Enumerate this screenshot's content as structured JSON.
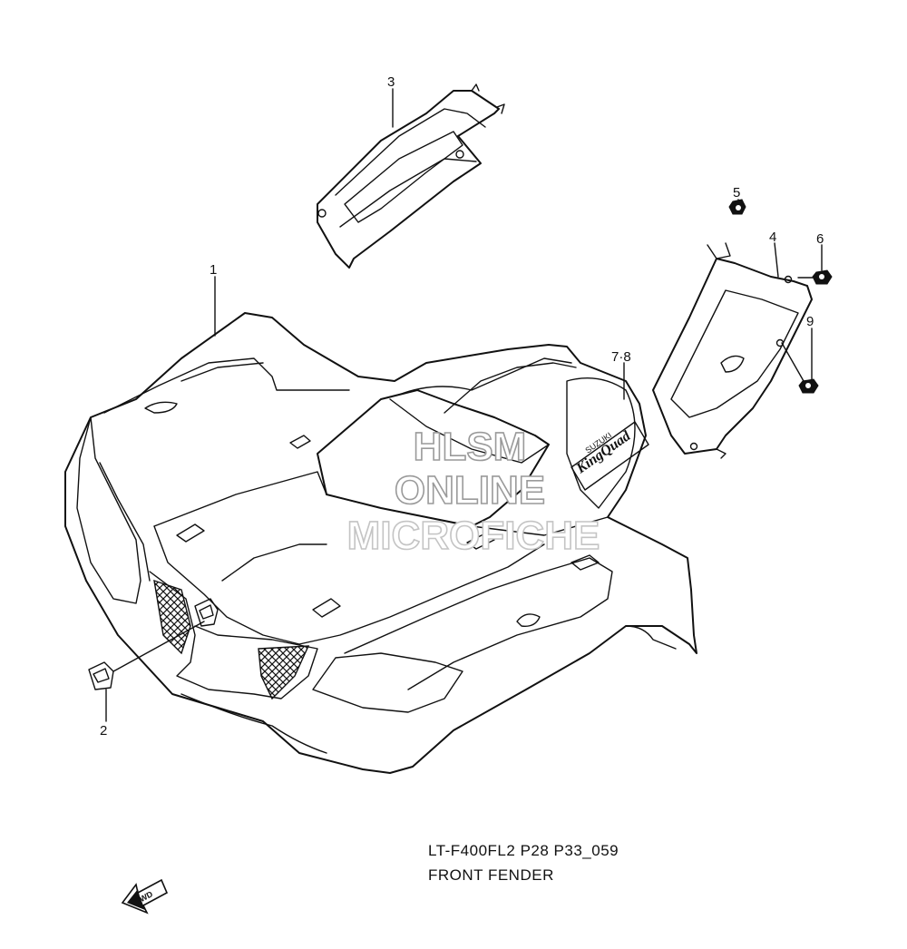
{
  "callouts": [
    {
      "id": "1",
      "label": "1"
    },
    {
      "id": "2",
      "label": "2"
    },
    {
      "id": "3",
      "label": "3"
    },
    {
      "id": "4",
      "label": "4"
    },
    {
      "id": "5",
      "label": "5"
    },
    {
      "id": "6",
      "label": "6"
    },
    {
      "id": "7-8",
      "label": "7·8"
    },
    {
      "id": "9",
      "label": "9"
    }
  ],
  "watermark": {
    "line1": "HLSM",
    "line2": "ONLINE",
    "line3": "MICROFICHE"
  },
  "decal": {
    "brand": "SUZUKI",
    "model": "KingQuad"
  },
  "caption": {
    "code": "LT-F400FL2 P28 P33_059",
    "title": "FRONT FENDER"
  },
  "forward_arrow": {
    "label": "FWD"
  },
  "icons": [
    "forward-arrow-icon"
  ]
}
